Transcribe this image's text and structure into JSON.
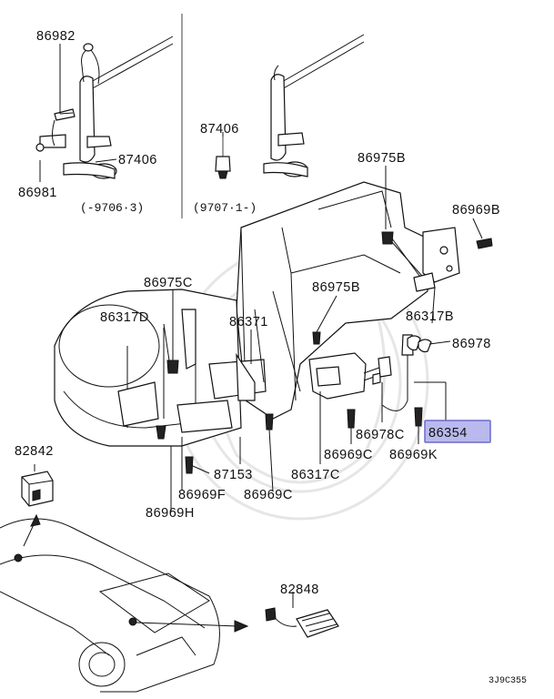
{
  "colors": {
    "highlight_fill": "#b9b9ee",
    "highlight_stroke": "#6b6bc8",
    "ink": "#111111"
  },
  "labels": {
    "p86982": "86982",
    "p87406a": "87406",
    "p86981": "86981",
    "p87406b": "87406",
    "p86975b_top": "86975B",
    "p86969b": "86969B",
    "p86975c": "86975C",
    "p86975b_mid": "86975B",
    "p86317d": "86317D",
    "p86371": "86371",
    "p86317b": "86317B",
    "p86978": "86978",
    "p86978c": "86978C",
    "p86354": "86354",
    "p82842": "82842",
    "p86969c_a": "86969C",
    "p86969k": "86969K",
    "p87153": "87153",
    "p86317c": "86317C",
    "p86969f": "86969F",
    "p86969c_b": "86969C",
    "p86969h": "86969H",
    "p82848": "82848"
  },
  "date_ranges": {
    "left": "(-9706·3)",
    "right": "(9707·1-)"
  },
  "diagram_code": "3J9C355"
}
